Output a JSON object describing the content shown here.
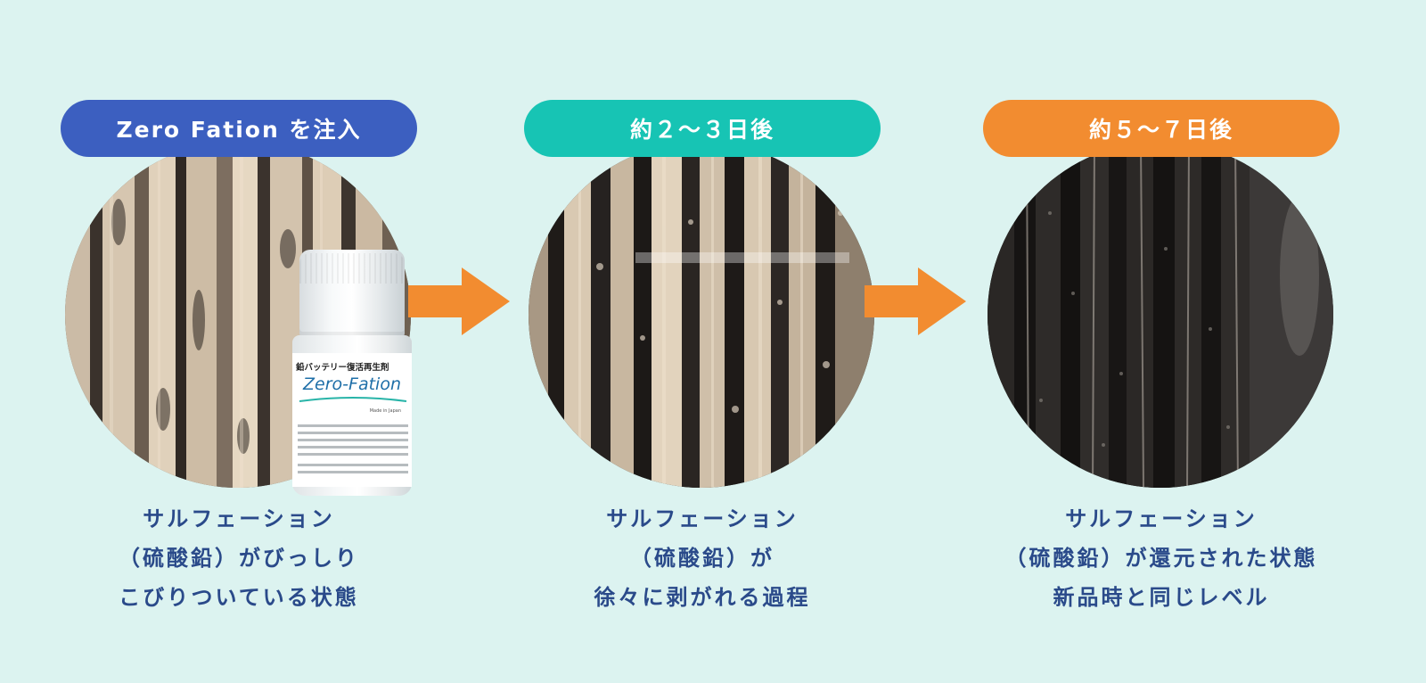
{
  "stages": [
    {
      "title": "Zero Fation を注入",
      "color": "#3c5fc0",
      "caption_lines": [
        "サルフェーション",
        "（硫酸鉛）がびっしり",
        "こびりついている状態"
      ]
    },
    {
      "title": "約２〜３日後",
      "color": "#17c4b4",
      "caption_lines": [
        "サルフェーション",
        "（硫酸鉛）が",
        "徐々に剥がれる過程"
      ]
    },
    {
      "title": "約５〜７日後",
      "color": "#f28c30",
      "caption_lines": [
        "サルフェーション",
        "（硫酸鉛）が還元された状態",
        "新品時と同じレベル"
      ]
    }
  ],
  "arrow_color": "#f28c30",
  "product": {
    "label_title": "鉛バッテリー復活再生剤",
    "brand": "Zero-Fation",
    "made_in": "Made in Japan"
  }
}
